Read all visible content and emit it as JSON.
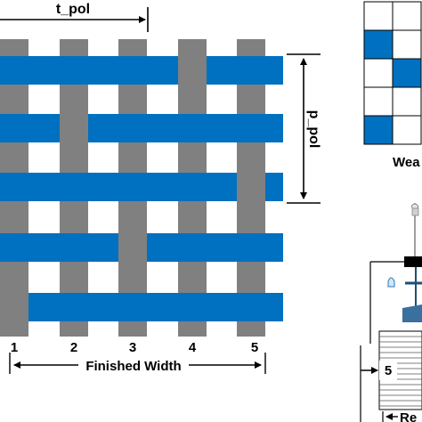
{
  "labels": {
    "t_pol": "t_pol",
    "p_pol": "p_pol",
    "finished_width": "Finished Width",
    "weave_caption": "Wea",
    "reed_caption": "Re",
    "side_number": "5"
  },
  "warp_numbers": [
    "1",
    "2",
    "3",
    "4",
    "5"
  ],
  "weave_grid": {
    "rows": 5,
    "cols": 2,
    "filled": [
      [
        1,
        0
      ],
      [
        2,
        1
      ],
      [
        4,
        0
      ]
    ]
  },
  "colors": {
    "warp": "#808080",
    "weft": "#0070C0",
    "outline": "#000000",
    "background": "#FFFFFF"
  }
}
